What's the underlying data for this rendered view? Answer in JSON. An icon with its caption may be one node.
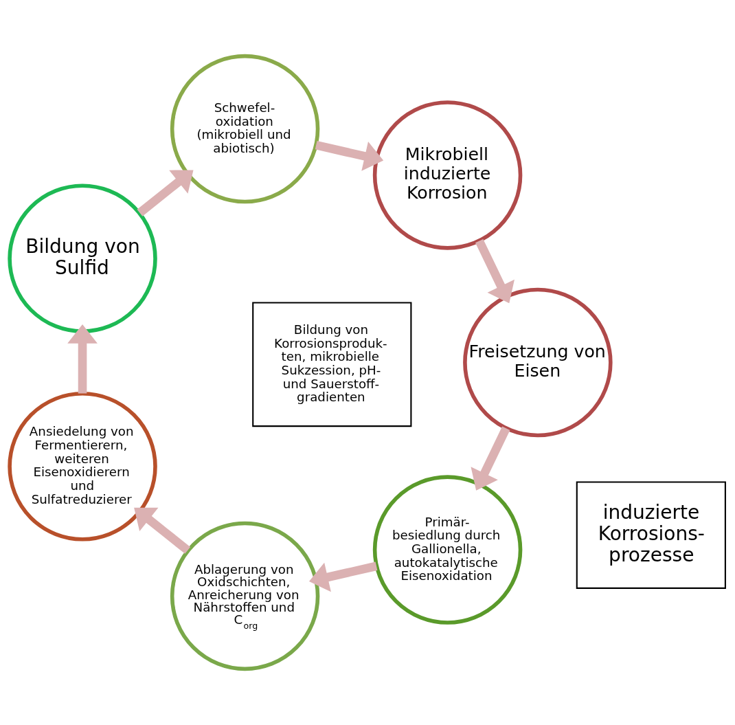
{
  "diagram": {
    "nodes": [
      {
        "text": [
          "Primär- besiedlung durch Gallionella, autokatalytische Eisenoxidation"
        ]
      },
      {
        "text": [
          "Ablagerung von Oxidschichten, Anreicherung von Nährstoffen und C$_{org}$"
        ]
      },
      {
        "text": [
          "Ansiedelung von Fermentierern, weiteren Eisenoxidierern und Sulfatreduzierer"
        ]
      },
      {
        "text": [
          "Bildung von Sulfid"
        ]
      },
      {
        "text": [
          "Schwefel- oxidation (mikrobiell und abiotisch)"
        ]
      },
      {
        "text": [
          "Mikrobiell induzierte Korrosion"
        ]
      },
      {
        "text": [
          "Freisetzung von Eisen"
        ]
      },
      {
        "text": [
          "induzierte Korrosions- prozesse"
        ]
      },
      {
        "text": [
          "Bildung von Korrosionsproduk- ten, mikrobielle Sukzession, pH- und Sauerstoff- gradienten"
        ]
      }
    ],
    "edges": [
      {
        "from": 0,
        "to": 1,
        "arrow": "to"
      },
      {
        "from": 1,
        "to": 2,
        "arrow": "to"
      },
      {
        "from": 2,
        "to": 3,
        "arrow": "to"
      },
      {
        "from": 3,
        "to": 4,
        "arrow": "to"
      },
      {
        "from": 4,
        "to": 5,
        "arrow": "to"
      },
      {
        "from": 5,
        "to": 6,
        "arrow": "to"
      },
      {
        "from": 6,
        "to": 0,
        "arrow": "to"
      }
    ]
  }
}
